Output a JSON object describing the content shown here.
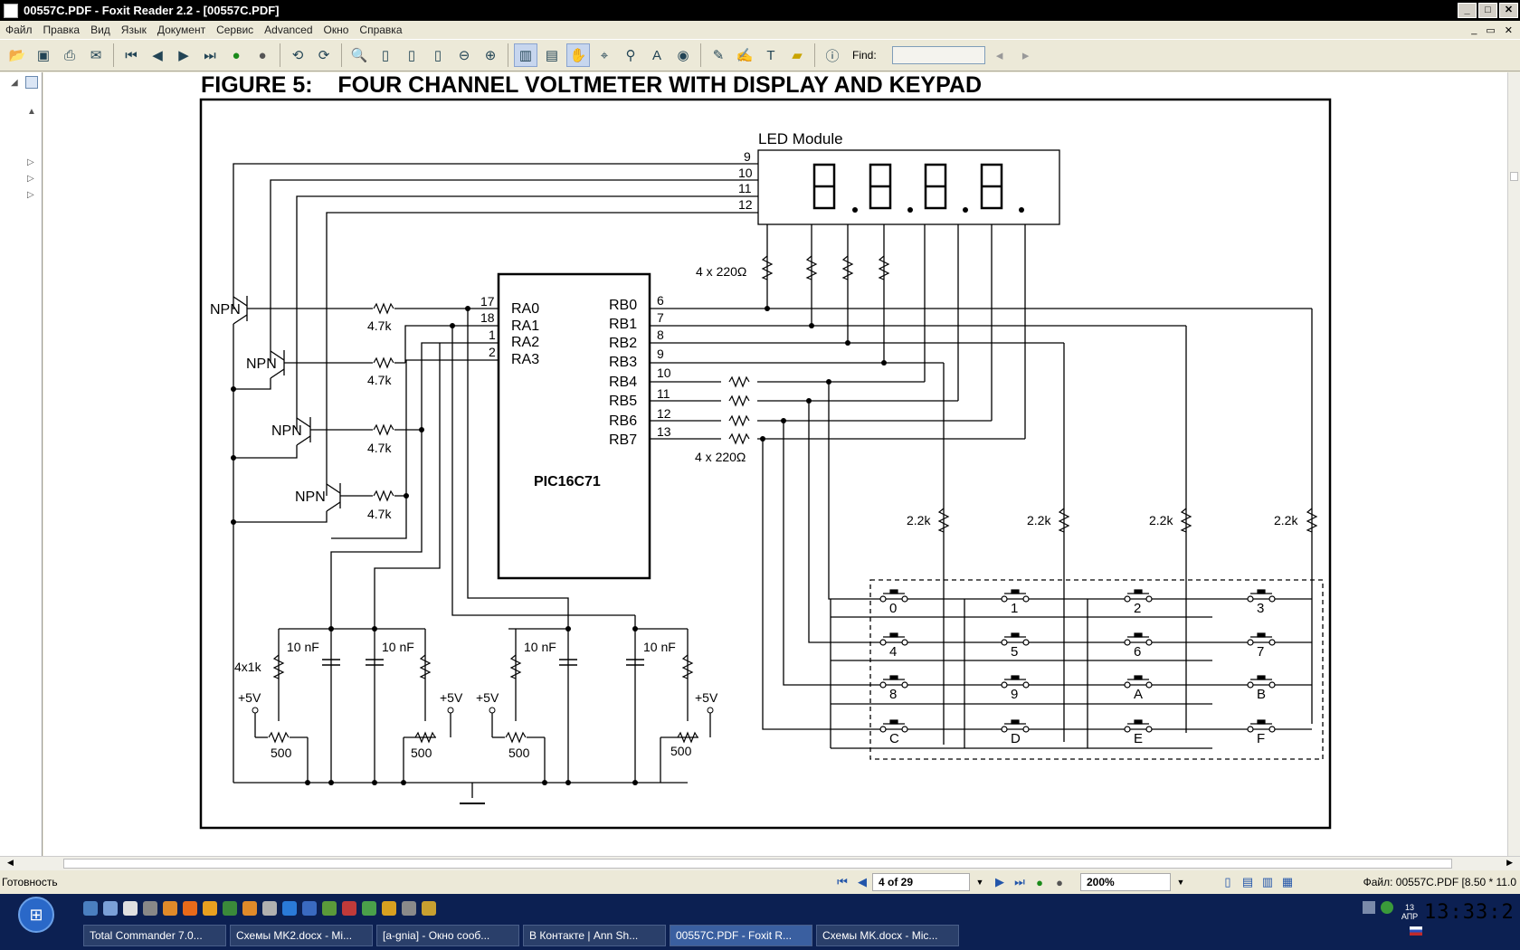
{
  "window": {
    "title": "00557C.PDF - Foxit Reader 2.2 - [00557C.PDF]"
  },
  "menu": [
    "Файл",
    "Правка",
    "Вид",
    "Язык",
    "Документ",
    "Сервис",
    "Advanced",
    "Окно",
    "Справка"
  ],
  "toolbar": {
    "find_label": "Find:"
  },
  "figure": {
    "title": "FIGURE 5:    FOUR CHANNEL VOLTMETER WITH DISPLAY AND KEYPAD",
    "led_module": "LED Module",
    "chip": "PIC16C71",
    "npn": "NPN",
    "r47k": "4.7k",
    "r220": "4 x 220Ω",
    "r22k": "2.2k",
    "r1k": "4x1k",
    "cap": "10 nF",
    "vcc": "+5V",
    "pot": "500",
    "digits": "8.8.8.8.",
    "ra_pins": [
      "RA0",
      "RA1",
      "RA2",
      "RA3"
    ],
    "ra_nums": [
      "17",
      "18",
      "1",
      "2"
    ],
    "rb_pins": [
      "RB0",
      "RB1",
      "RB2",
      "RB3",
      "RB4",
      "RB5",
      "RB6",
      "RB7"
    ],
    "rb_nums": [
      "6",
      "7",
      "8",
      "9",
      "10",
      "11",
      "12",
      "13"
    ],
    "led_pins": [
      "9",
      "10",
      "11",
      "12"
    ],
    "keys": [
      [
        "0",
        "1",
        "2",
        "3"
      ],
      [
        "4",
        "5",
        "6",
        "7"
      ],
      [
        "8",
        "9",
        "A",
        "B"
      ],
      [
        "C",
        "D",
        "E",
        "F"
      ]
    ]
  },
  "status": {
    "ready": "Готовность",
    "page": "4 of 29",
    "zoom": "200%",
    "file": "Файл: 00557C.PDF [8.50 * 11.0"
  },
  "taskbar": {
    "tasks": [
      "Total Commander 7.0...",
      "Схемы MK2.docx - Mi...",
      "[a-gnia] - Окно сооб...",
      "В Контакте | Ann Sh...",
      "00557C.PDF - Foxit R...",
      "Схемы MK.docx - Mic..."
    ],
    "clock": "13:33:2",
    "date": "13 АПР"
  }
}
